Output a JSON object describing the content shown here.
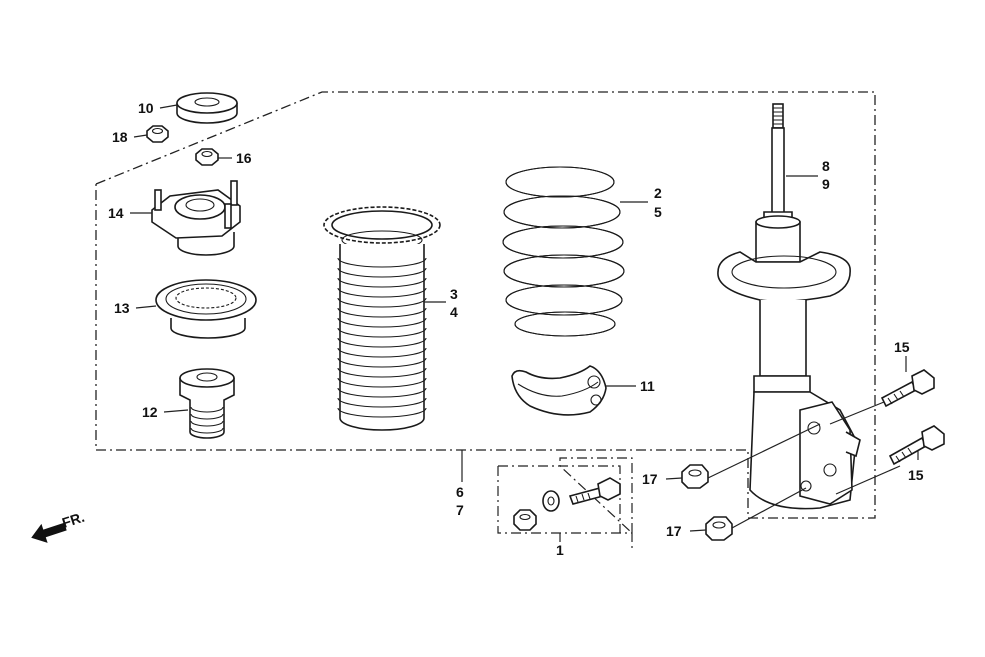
{
  "callouts": {
    "c1": "1",
    "c2": "2",
    "c3": "3",
    "c4": "4",
    "c5": "5",
    "c6": "6",
    "c7": "7",
    "c8": "8",
    "c9": "9",
    "c10": "10",
    "c11": "11",
    "c12": "12",
    "c13": "13",
    "c14": "14",
    "c15a": "15",
    "c15b": "15",
    "c16": "16",
    "c17a": "17",
    "c17b": "17",
    "c18": "18"
  },
  "direction_label": "FR.",
  "colors": {
    "line": "#1a1a1a",
    "background": "#ffffff"
  }
}
